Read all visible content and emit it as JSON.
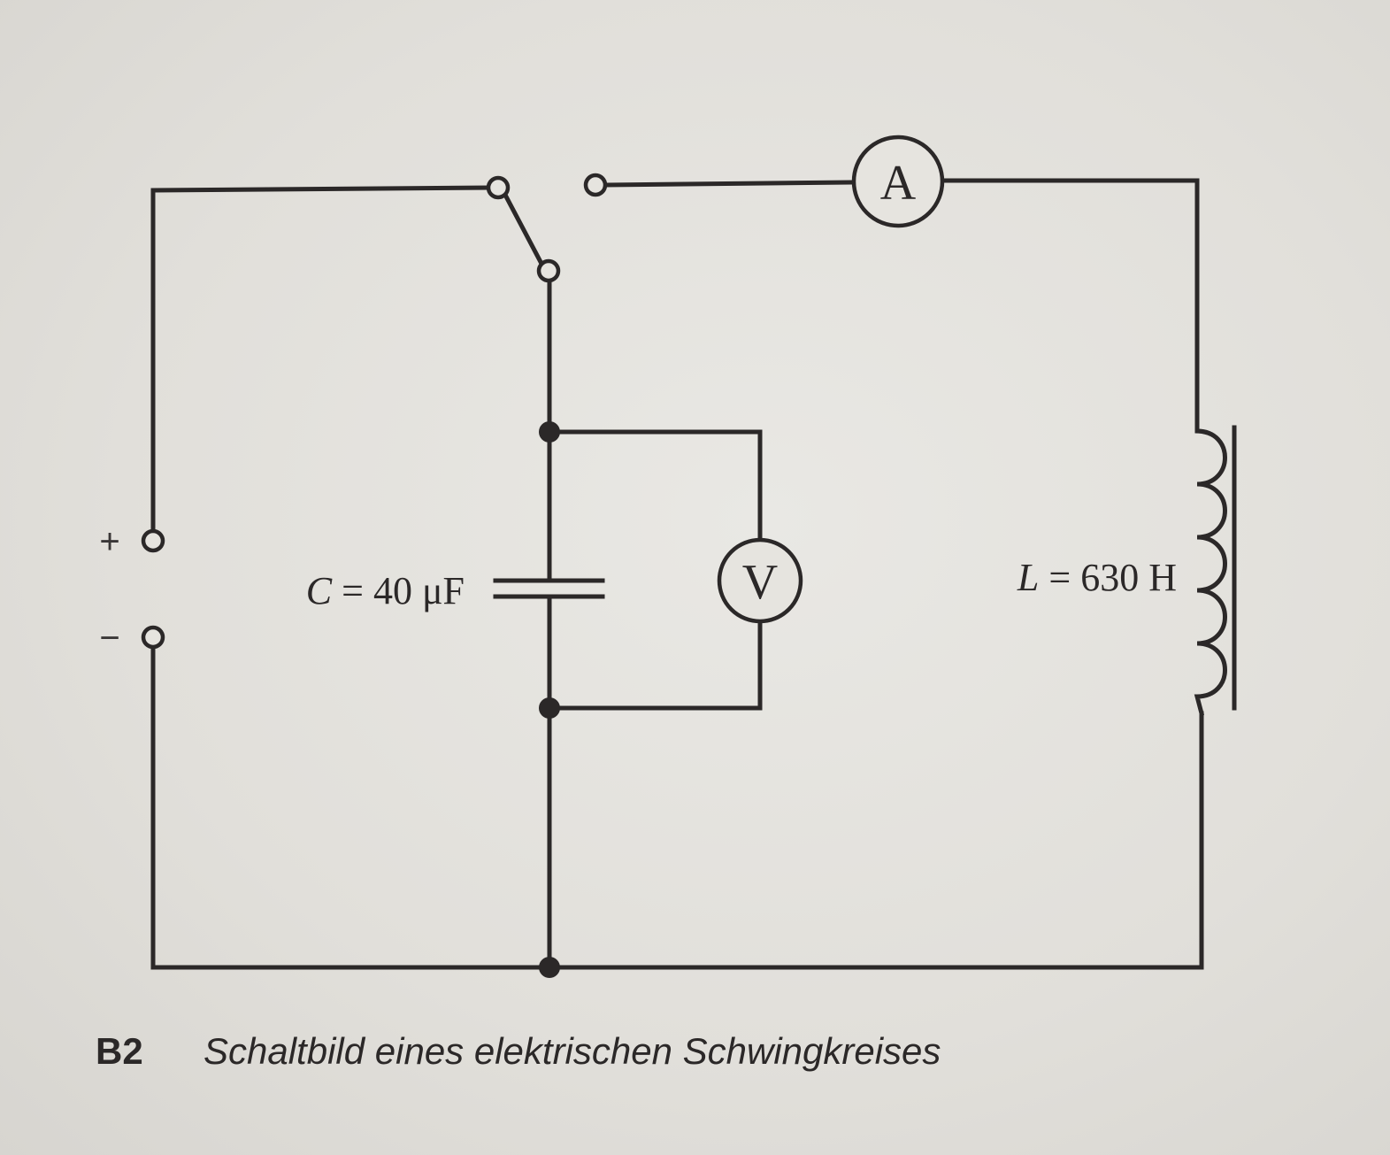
{
  "ammeter": {
    "symbol": "A"
  },
  "voltmeter": {
    "symbol": "V"
  },
  "capacitor": {
    "symbol": "C",
    "value_text": " = 40 μF"
  },
  "inductor": {
    "symbol": "L",
    "value_text": " = 630 H"
  },
  "source": {
    "plus": "+",
    "minus": "−"
  },
  "caption": {
    "number": "B2",
    "text": "Schaltbild eines elektrischen Schwingkreises"
  }
}
